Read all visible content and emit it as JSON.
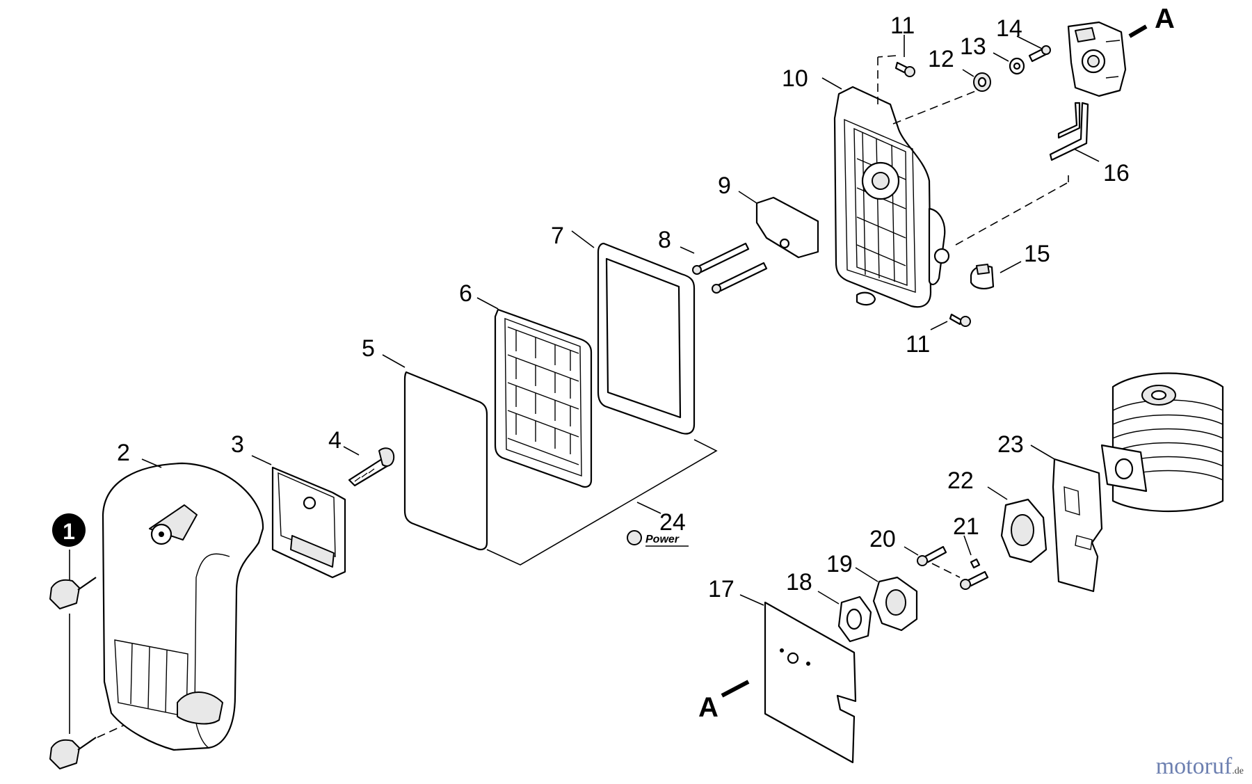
{
  "callouts": {
    "c1": "1",
    "c2": "2",
    "c3": "3",
    "c4": "4",
    "c5": "5",
    "c6": "6",
    "c7": "7",
    "c8": "8",
    "c9": "9",
    "c10": "10",
    "c11a": "11",
    "c11b": "11",
    "c12": "12",
    "c13": "13",
    "c14": "14",
    "c15": "15",
    "c16": "16",
    "c17": "17",
    "c18": "18",
    "c19": "19",
    "c20": "20",
    "c21": "21",
    "c22": "22",
    "c23": "23",
    "c24": "24"
  },
  "markers": {
    "a_top": "A",
    "a_bottom": "A"
  },
  "badge_text": "Power",
  "watermark": {
    "main": "motoruf",
    "tld": ".de"
  },
  "colors": {
    "line": "#000000",
    "background": "#ffffff",
    "watermark": "#6c7fb0"
  }
}
